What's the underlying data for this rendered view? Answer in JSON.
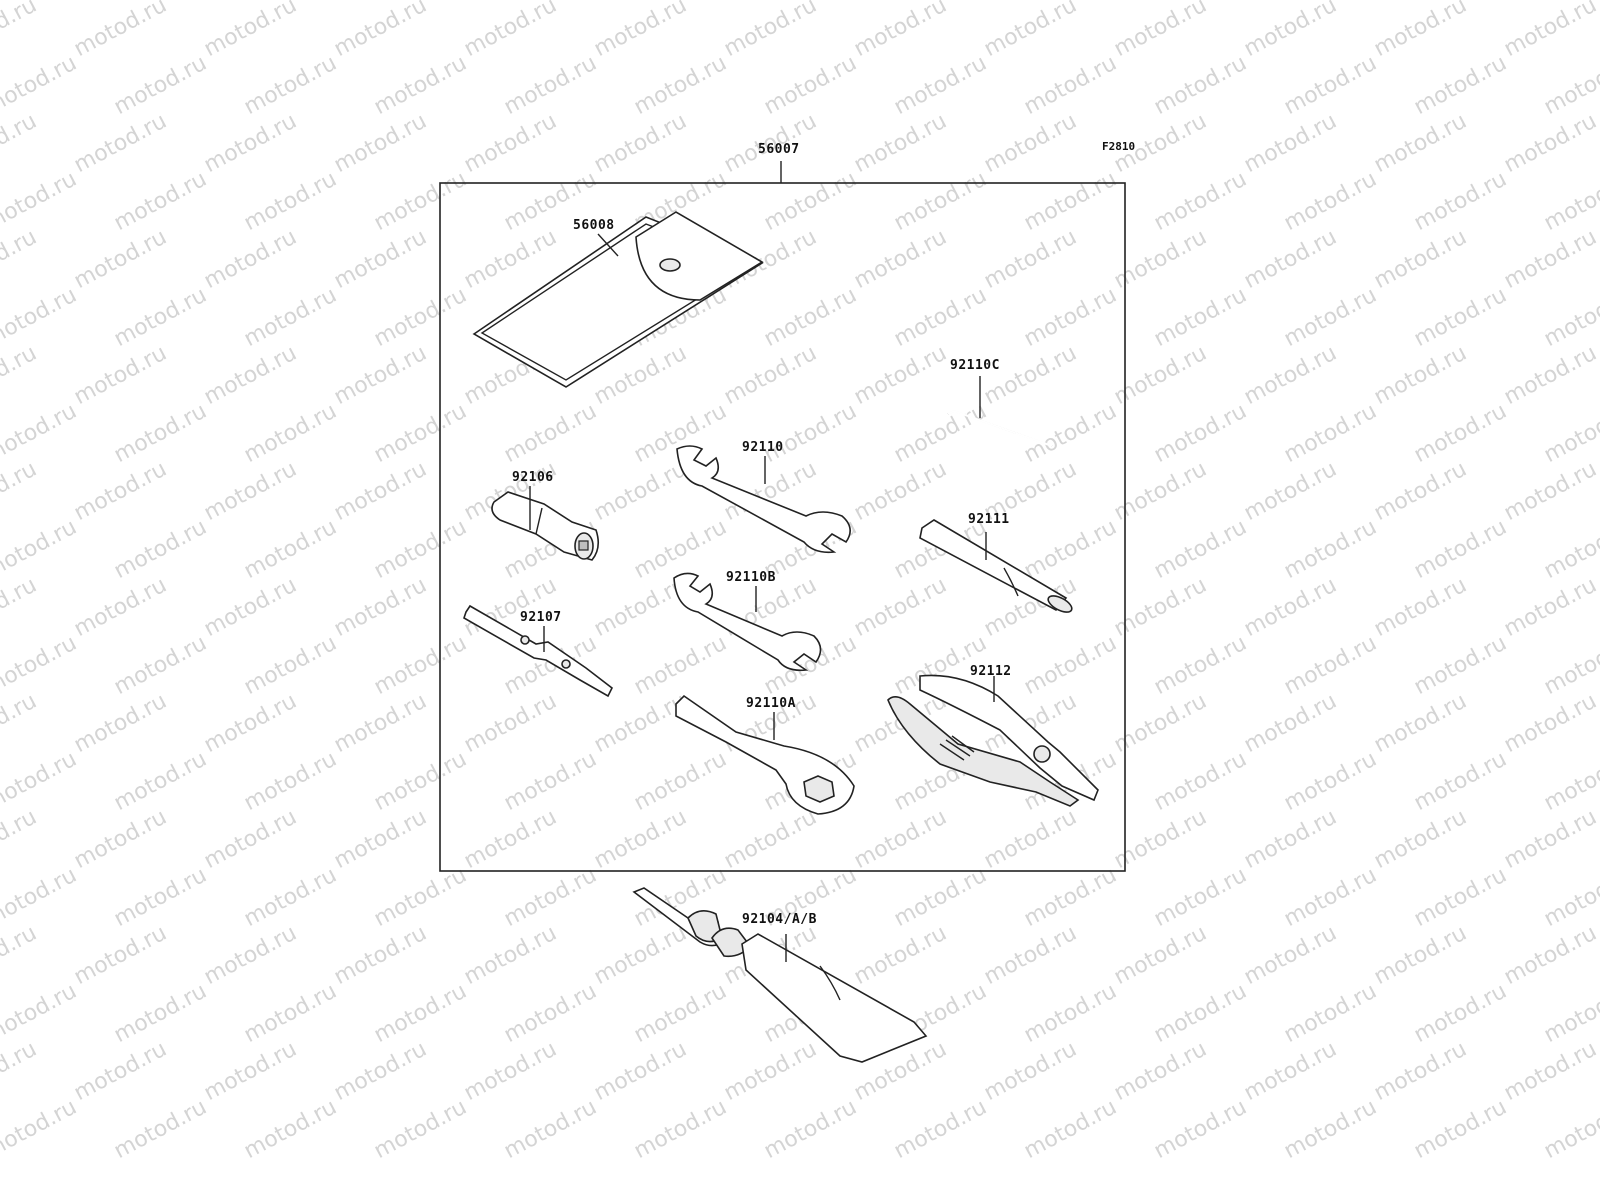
{
  "figure_ref": "F2810",
  "watermark": "motod.ru",
  "parts": {
    "kit": "56007",
    "pouch": "56008",
    "hex_key": "92110C",
    "wrench": "92110",
    "socket": "92106",
    "bar": "92111",
    "wrench_b": "92110B",
    "screwdriver": "92107",
    "pliers": "92112",
    "ring_wrench": "92110A",
    "tube": "92104/A/B"
  }
}
